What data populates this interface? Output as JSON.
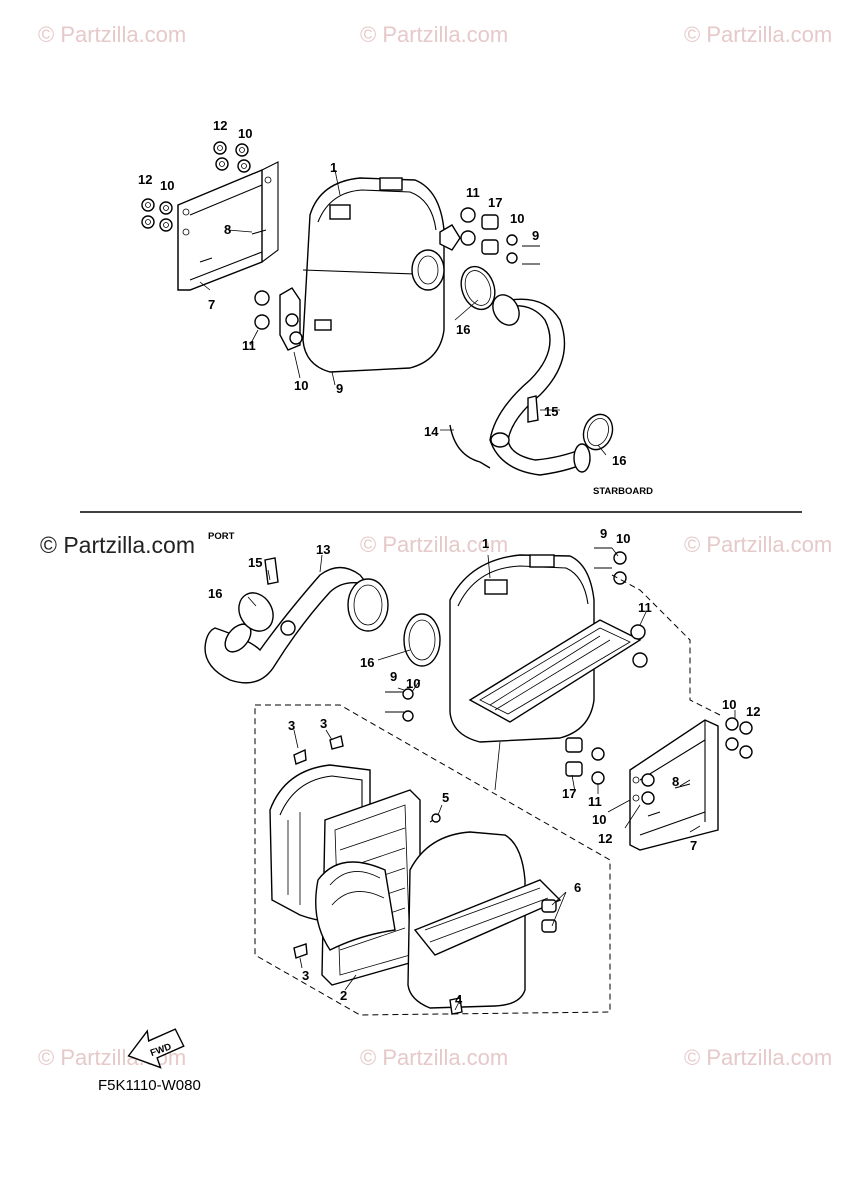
{
  "watermarks": {
    "faint": "© Partzilla.com",
    "strong": "© Partzilla.com"
  },
  "captions": {
    "starboard": "STARBOARD",
    "port": "PORT",
    "fwd": "FWD"
  },
  "diagram_code": "F5K1110-W080",
  "callouts_top": {
    "c1": "1",
    "c7": "7",
    "c8": "8",
    "c9a": "9",
    "c9b": "9",
    "c10a": "10",
    "c10b": "10",
    "c10c": "10",
    "c10d": "10",
    "c11a": "11",
    "c11b": "11",
    "c12a": "12",
    "c12b": "12",
    "c14": "14",
    "c15": "15",
    "c16a": "16",
    "c16b": "16",
    "c17": "17"
  },
  "callouts_bottom": {
    "c1": "1",
    "c2": "2",
    "c3a": "3",
    "c3b": "3",
    "c3c": "3",
    "c4": "4",
    "c5": "5",
    "c6": "6",
    "c7": "7",
    "c8": "8",
    "c9a": "9",
    "c9b": "9",
    "c10a": "10",
    "c10b": "10",
    "c10c": "10",
    "c10d": "10",
    "c11a": "11",
    "c11b": "11",
    "c12a": "12",
    "c12b": "12",
    "c13": "13",
    "c15": "15",
    "c16a": "16",
    "c16b": "16",
    "c17": "17"
  },
  "colors": {
    "line": "#000000",
    "watermark": "#e6c9c9",
    "background": "#ffffff"
  }
}
